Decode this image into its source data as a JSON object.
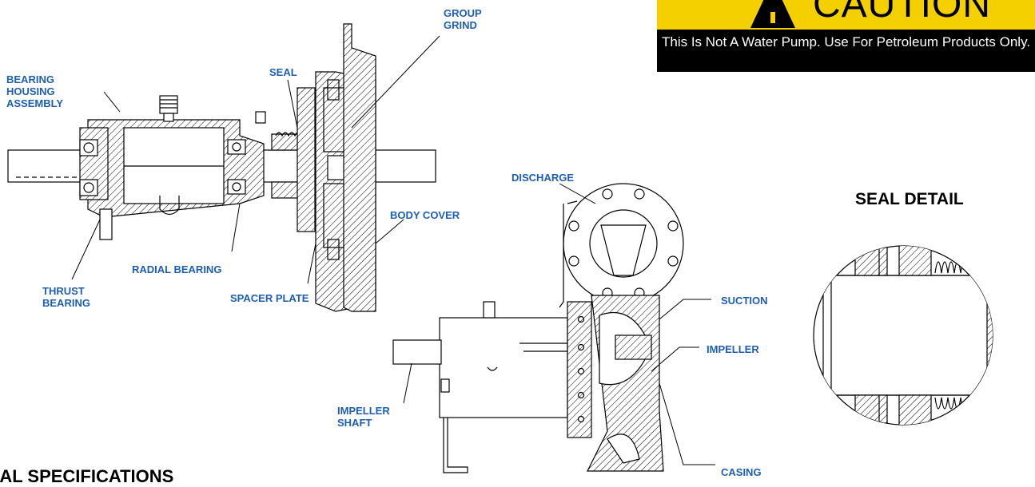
{
  "caution": {
    "word": "CAUTION",
    "message": "This Is Not A Water Pump. Use For Petroleum Products Only."
  },
  "seal_detail_title": "SEAL DETAIL",
  "section_heading": "SEAL SPECIFICATIONS",
  "labels": {
    "group_grind": "GROUP\nGRIND",
    "seal": "SEAL",
    "bearing_housing": "BEARING\nHOUSING\nASSEMBLY",
    "discharge": "DISCHARGE",
    "body_cover": "BODY COVER",
    "radial_bearing": "RADIAL BEARING",
    "thrust_bearing": "THRUST\nBEARING",
    "spacer_plate": "SPACER PLATE",
    "suction": "SUCTION",
    "impeller": "IMPELLER",
    "impeller_shaft": "IMPELLER\nSHAFT",
    "casing": "CASING"
  },
  "colors": {
    "label": "#1d5fb4",
    "caution_yellow": "#f5d000",
    "caution_black": "#000000",
    "line": "#000000"
  }
}
